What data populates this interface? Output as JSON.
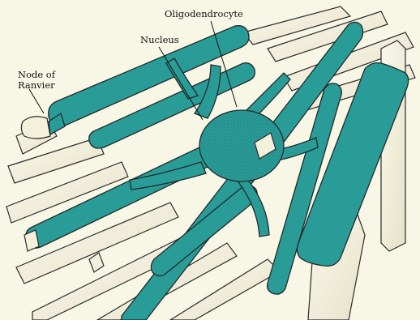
{
  "labels": {
    "oligodendrocyte": "Oligodendrocyte",
    "nucleus": "Nucleus",
    "node_line1": "Node of",
    "node_line2": "Ranvier"
  },
  "colors": {
    "background": "#f8f6e5",
    "myelin": "#2a9c98",
    "myelin_shade": "#1a6f6c",
    "axon": "#f3f0dc",
    "axon_shade": "#cfcab0",
    "outline": "#2b2b2b"
  }
}
